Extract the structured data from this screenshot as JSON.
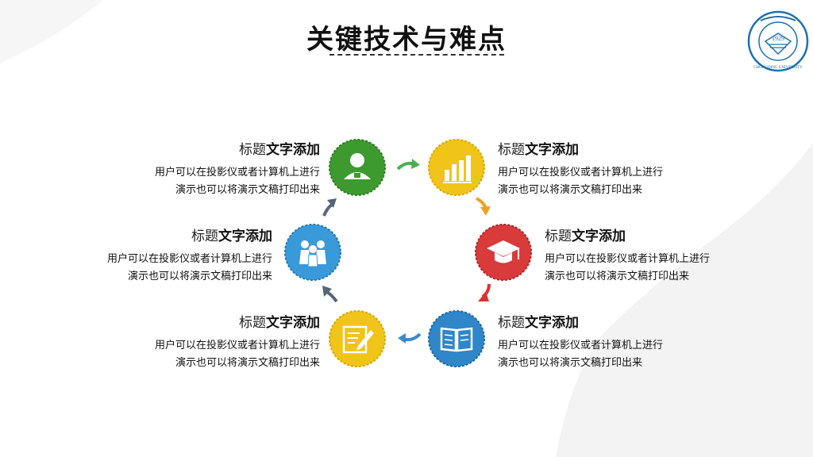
{
  "slide": {
    "title": "关键技术与难点",
    "logo": {
      "text": "CHONGQING UNIVERSITY",
      "year": "1929",
      "color": "#1d6fb5",
      "icon": "university-seal"
    },
    "items": [
      {
        "id": "top-left",
        "heading_normal": "标题",
        "heading_bold": "文字添加",
        "line1": "用户可以在投影仪或者计算机上进行",
        "line2": "演示也可以将演示文稿打印出来",
        "color": "#3d9a2f",
        "icon": "person-desk-icon"
      },
      {
        "id": "top-right",
        "heading_normal": "标题",
        "heading_bold": "文字添加",
        "line1": "用户可以在投影仪或者计算机上进行",
        "line2": "演示也可以将演示文稿打印出来",
        "color": "#f0c419",
        "icon": "bar-chart-icon"
      },
      {
        "id": "mid-right",
        "heading_normal": "标题",
        "heading_bold": "文字添加",
        "line1": "用户可以在投影仪或者计算机上进行",
        "line2": "演示也可以将演示文稿打印出来",
        "color": "#d93a3a",
        "icon": "graduation-cap-icon"
      },
      {
        "id": "bottom-right",
        "heading_normal": "标题",
        "heading_bold": "文字添加",
        "line1": "用户可以在投影仪或者计算机上进行",
        "line2": "演示也可以将演示文稿打印出来",
        "color": "#2f86c8",
        "icon": "open-book-icon"
      },
      {
        "id": "bottom-left",
        "heading_normal": "标题",
        "heading_bold": "文字添加",
        "line1": "用户可以在投影仪或者计算机上进行",
        "line2": "演示也可以将演示文稿打印出来",
        "color": "#f0c419",
        "icon": "edit-note-icon"
      },
      {
        "id": "mid-left",
        "heading_normal": "标题",
        "heading_bold": "文字添加",
        "line1": "用户可以在投影仪或者计算机上进行",
        "line2": "演示也可以将演示文稿打印出来",
        "color": "#3a9ad9",
        "icon": "people-group-icon"
      }
    ],
    "arrow_colors": {
      "green": "#4caf50",
      "orange": "#f0a020",
      "red": "#e03030",
      "blue": "#3a8ad0",
      "gray": "#556677"
    }
  }
}
